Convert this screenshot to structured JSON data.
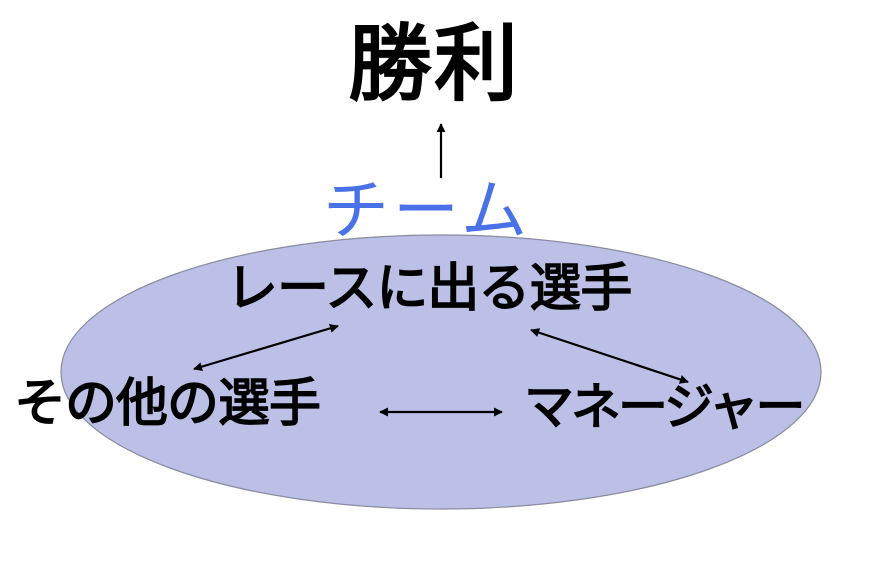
{
  "labels": {
    "victory": "勝利",
    "team": "チーム",
    "racer": "レースに出る選手",
    "others": "その他の選手",
    "manager": "マネージャー"
  },
  "colors": {
    "ellipse_fill": "#bcbfe6",
    "ellipse_stroke": "#8a8aa0",
    "team_text": "#4a72e8",
    "text": "#000000",
    "arrow": "#000000"
  }
}
